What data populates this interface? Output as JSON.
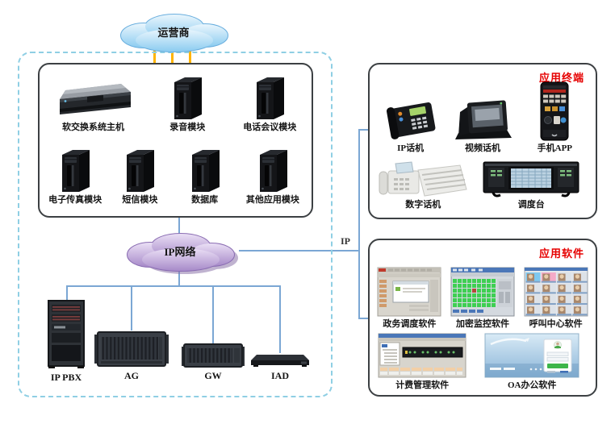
{
  "carrier_cloud": {
    "label": "运营商"
  },
  "ip_cloud": {
    "label": "IP网络"
  },
  "ip_link_label": "IP",
  "server_box": {
    "row1": [
      {
        "label": "软交换系统主机"
      },
      {
        "label": "录音模块"
      },
      {
        "label": "电话会议模块"
      }
    ],
    "row2": [
      {
        "label": "电子传真模块"
      },
      {
        "label": "短信模块"
      },
      {
        "label": "数据库"
      },
      {
        "label": "其他应用模块"
      }
    ]
  },
  "access_devices": [
    {
      "label": "IP PBX"
    },
    {
      "label": "AG"
    },
    {
      "label": "GW"
    },
    {
      "label": "IAD"
    }
  ],
  "terminal_box": {
    "title": "应用终端",
    "row1": [
      {
        "label": "IP话机"
      },
      {
        "label": "视频话机"
      },
      {
        "label": "手机APP"
      }
    ],
    "row2": [
      {
        "label": "数字话机"
      },
      {
        "label": "调度台"
      }
    ]
  },
  "software_box": {
    "title": "应用软件",
    "row1": [
      {
        "label": "政务调度软件"
      },
      {
        "label": "加密监控软件"
      },
      {
        "label": "呼叫中心软件"
      }
    ],
    "row2": [
      {
        "label": "计费管理软件"
      },
      {
        "label": "OA办公软件"
      }
    ]
  },
  "colors": {
    "accent_red": "#e60000",
    "connector_blue": "#7ba7d4",
    "trunk_yellow": "#ffb400",
    "dashed_border": "#8fcfe4"
  }
}
